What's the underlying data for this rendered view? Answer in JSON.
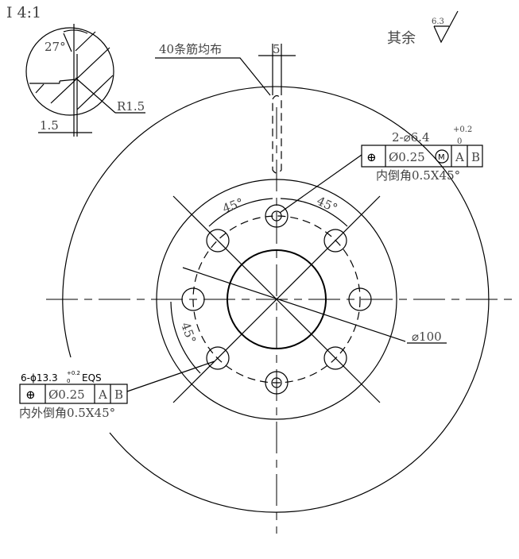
{
  "detail": {
    "scale_label": "I 4:1",
    "angle": "27°",
    "radius": "R1.5",
    "width": "1.5"
  },
  "roughness": {
    "label": "其余",
    "value": "6.3"
  },
  "rib_note": {
    "label": "40条筋均布",
    "slot_width": "5"
  },
  "top_callout": {
    "hole_spec": "2-⌀6.4",
    "tol_upper": "+0.2",
    "tol_lower": "0",
    "frame": {
      "symbol": "⊕",
      "tolerance": "Ø0.25",
      "modifier": "M",
      "datum_a": "A",
      "datum_b": "B"
    },
    "note": "内倒角0.5X45°"
  },
  "bottom_callout": {
    "hole_spec": "6-ϕ13.3",
    "tol_upper": "+0.2",
    "tol_lower": "0",
    "suffix": "EQS",
    "frame": {
      "symbol": "⊕",
      "tolerance": "Ø0.25",
      "datum_a": "A",
      "datum_b": "B"
    },
    "note": "内外倒角0.5X45°"
  },
  "angles": {
    "a1": "45°",
    "a2": "45°",
    "a3": "45°"
  },
  "diameter": "⌀100"
}
